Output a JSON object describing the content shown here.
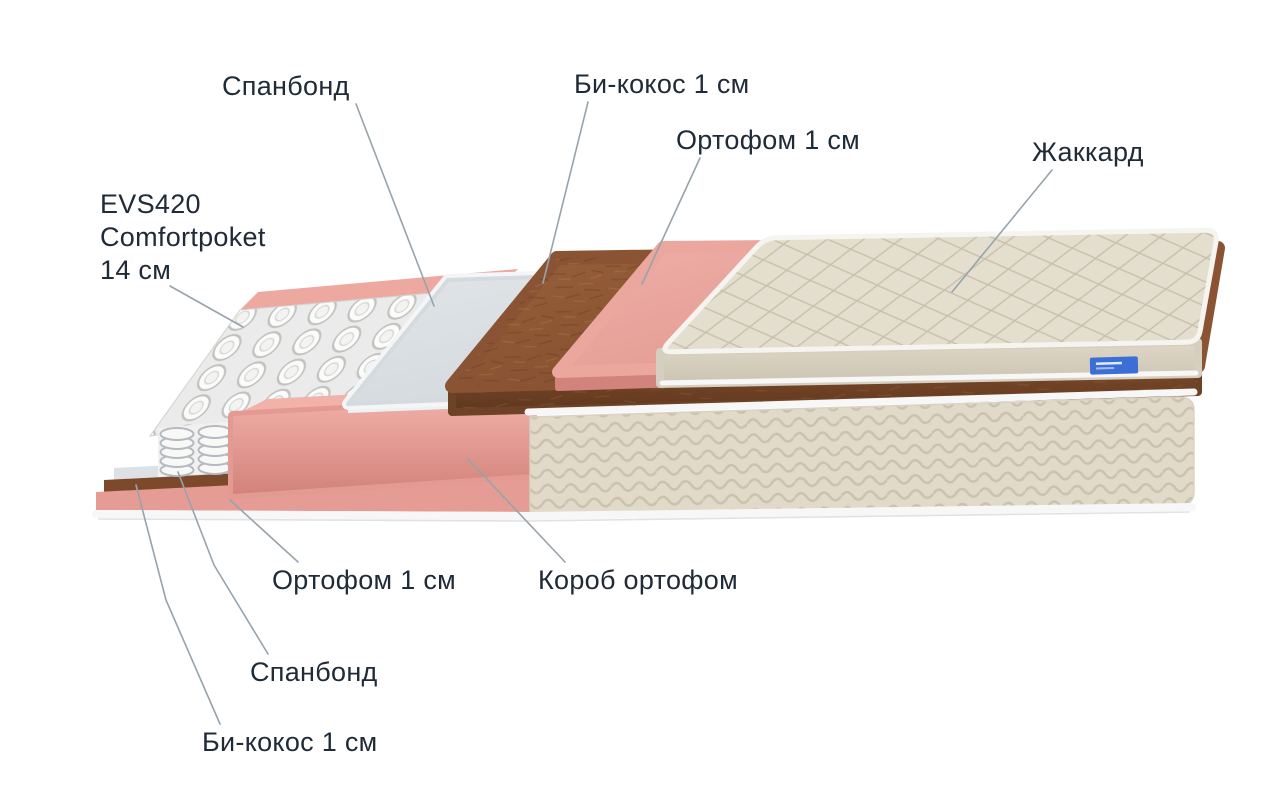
{
  "figure": {
    "type": "mattress-layers-diagram",
    "background": "#ffffff",
    "callouts": {
      "spunbond_top": "Спанбонд",
      "bicocos_top": "Би-кокос 1 см",
      "orthofoam_top": "Ортофом 1 см",
      "jacquard": "Жаккард",
      "evs420": "EVS420\nComfortpoket\n14 см",
      "orthofoam_bottom": "Ортофом 1 см",
      "korob_orthofoam": "Короб ортофом",
      "spunbond_bottom": "Спанбонд",
      "bicocos_bottom": "Би-кокос 1 см"
    },
    "layer_stack_top_to_bottom": [
      "Жаккард",
      "Ортофом 1 см",
      "Би-кокос 1 см",
      "Спанбонд",
      "EVS420 Comfortpoket 14 см",
      "Спанбонд",
      "Би-кокос 1 см",
      "Ортофом 1 см",
      "Короб ортофом"
    ],
    "colors": {
      "text": "#202b38",
      "leader_line": "#97a3ac",
      "foam_pink": "#e8a29b",
      "coconut_brown": "#8a5434",
      "spunbond_gray": "#dadee2",
      "jacquard_beige": "#e4decf",
      "piping_white": "#f7f7f7",
      "spring_white": "#f8f8f7",
      "brand_tag_blue": "#3b6ed6"
    }
  }
}
